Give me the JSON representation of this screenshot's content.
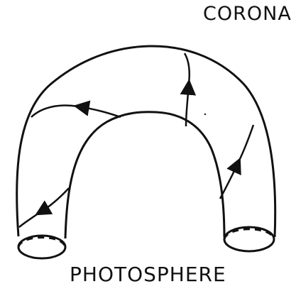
{
  "labels": {
    "top_right": "CORONA",
    "bottom": "PHOTOSPHERE"
  },
  "colors": {
    "ink": "#111111",
    "background": "#ffffff"
  },
  "figure": {
    "shape": "arched flux tube",
    "field_lines_with_arrows": 4,
    "footpoint_cross_sections": 2
  }
}
